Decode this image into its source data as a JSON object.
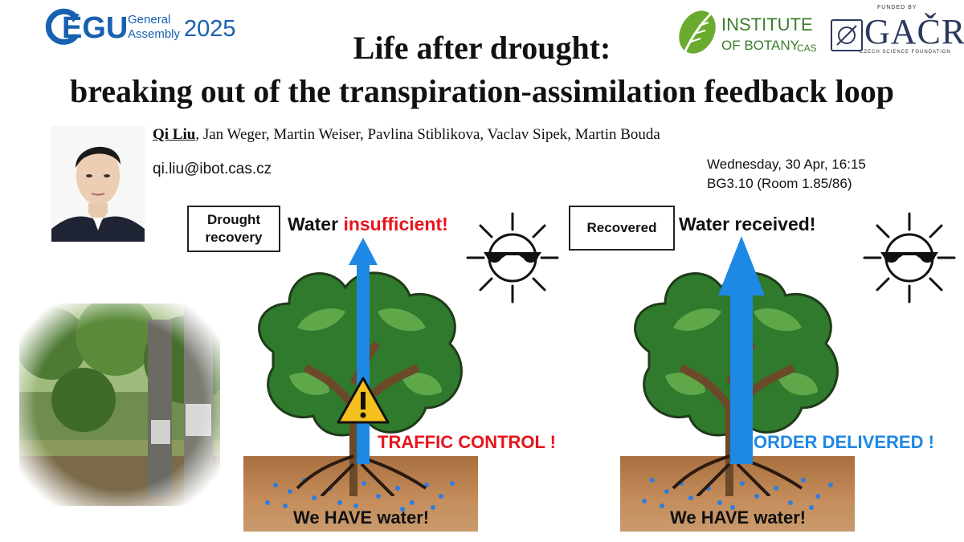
{
  "logos": {
    "egu": {
      "letters": "EGU",
      "line1": "General",
      "line2": "Assembly",
      "year": "2025"
    },
    "ibot": {
      "line1": "INSTITUTE",
      "line2": "OF BOTANY",
      "suffix": "CAS"
    },
    "gacr": {
      "top": "FUNDED BY",
      "name": "GAČR",
      "bottom": "CZECH SCIENCE FOUNDATION"
    }
  },
  "title": {
    "line1": "Life after drought:",
    "line2": "breaking out of the transpiration-assimilation feedback loop"
  },
  "authors": {
    "presenter": "Qi Liu",
    "others": ", Jan Weger, Martin Weiser, Pavlina Stiblikova, Vaclav Sipek, Martin Bouda"
  },
  "email": "qi.liu@ibot.cas.cz",
  "session": {
    "time": "Wednesday, 30 Apr, 16:15",
    "room": "BG3.10 (Room 1.85/86)"
  },
  "left_panel": {
    "box_line1": "Drought",
    "box_line2": "recovery",
    "headline_prefix": "Water ",
    "headline_highlight": "insufficient!",
    "callout": "TRAFFIC CONTROL !",
    "soil_text": "We HAVE water!"
  },
  "right_panel": {
    "box_label": "Recovered",
    "headline": "Water received!",
    "callout": "ORDER DELIVERED !",
    "soil_text": "We HAVE water!"
  },
  "colors": {
    "arrow_blue": "#1e88e5",
    "alert_red": "#e8141b",
    "egu_blue": "#1761b0",
    "botany_green": "#3d7d2a"
  }
}
